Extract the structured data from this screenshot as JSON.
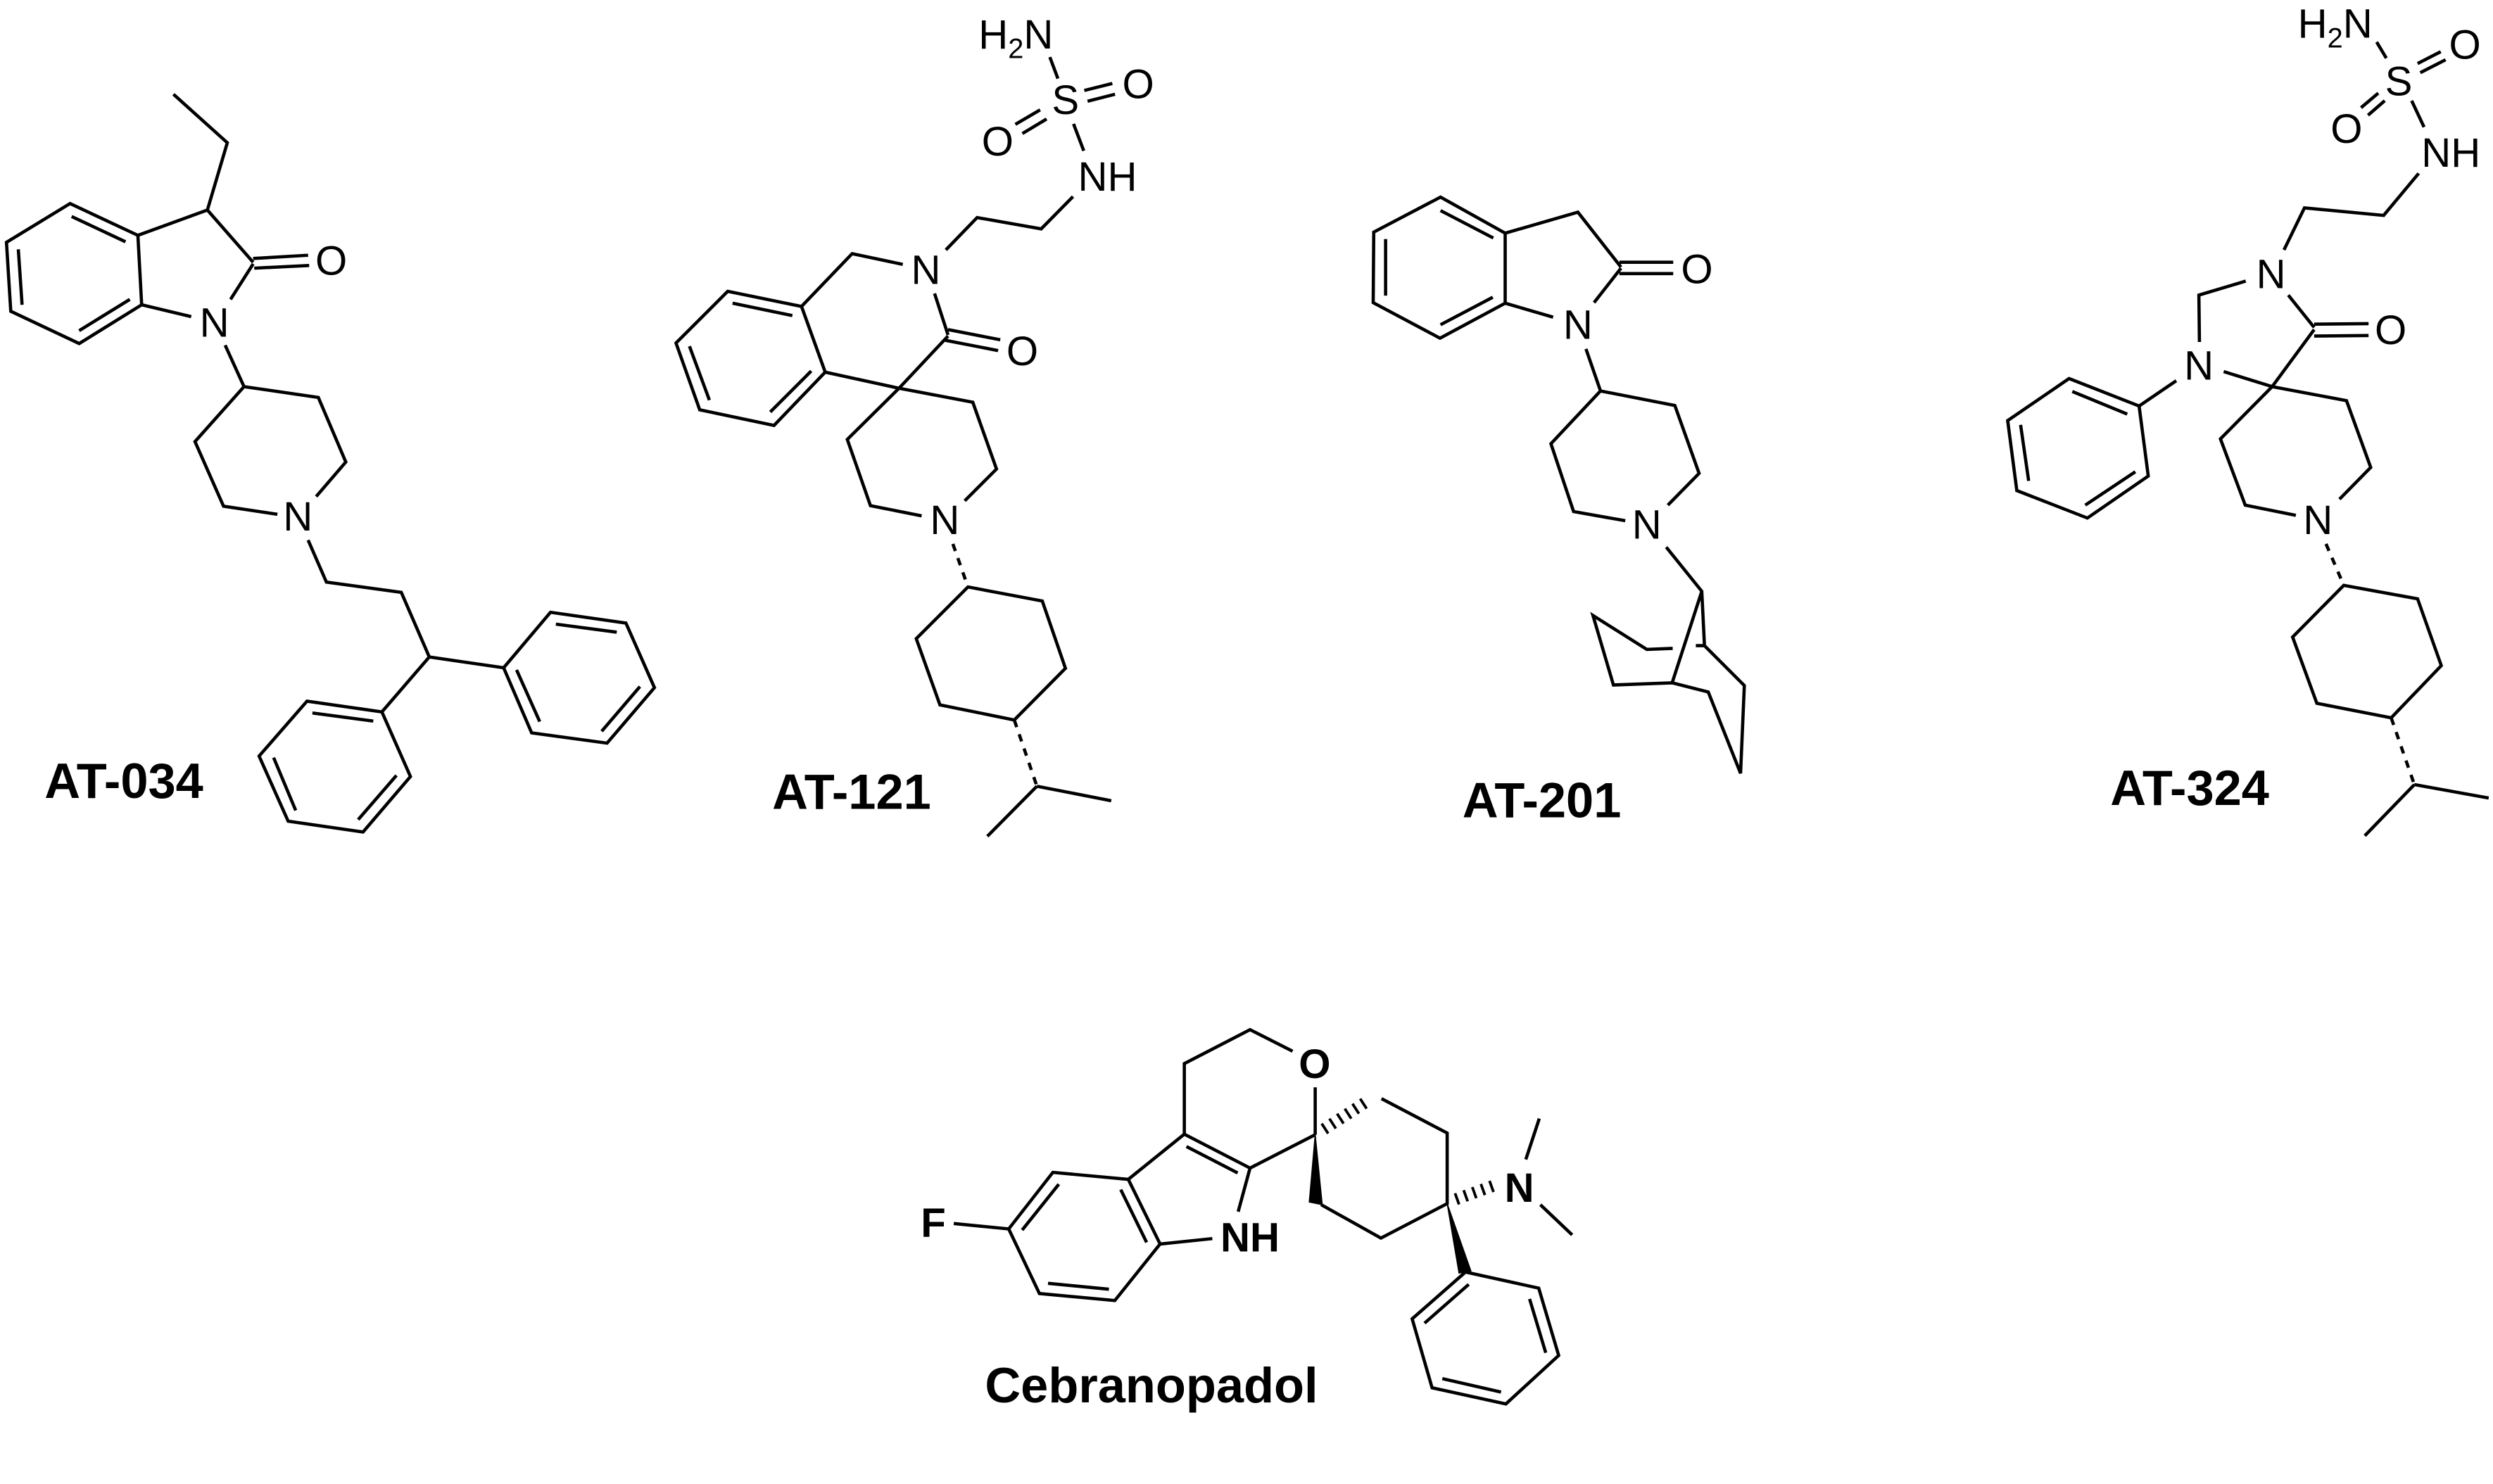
{
  "compounds": [
    {
      "name": "AT-034"
    },
    {
      "name": "AT-121"
    },
    {
      "name": "AT-201"
    },
    {
      "name": "AT-324"
    },
    {
      "name": "Cebranopadol"
    }
  ],
  "atoms": {
    "N": "N",
    "O": "O",
    "S": "S",
    "NH": "NH",
    "F": "F",
    "H": "H",
    "two": "2"
  }
}
